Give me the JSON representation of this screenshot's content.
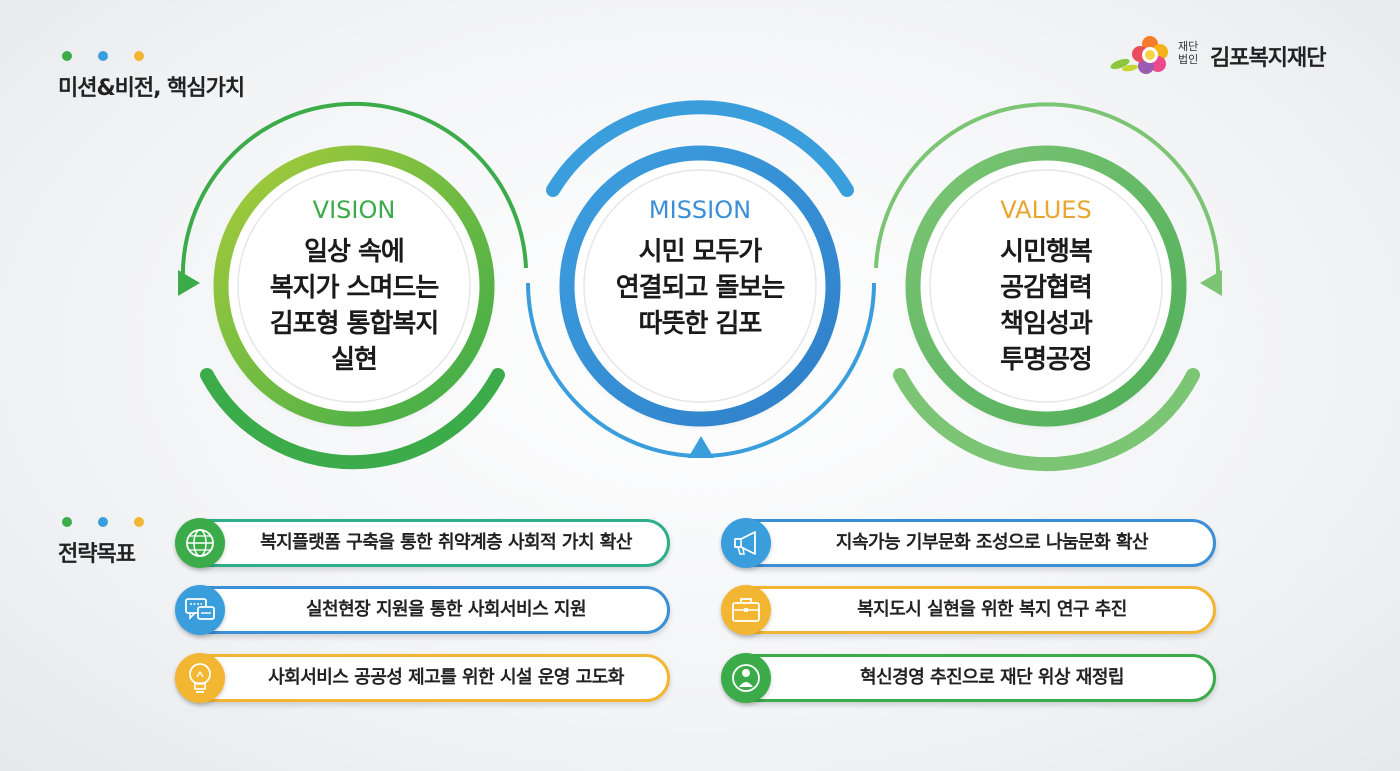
{
  "header": {
    "title": "미션&비전, 핵심가치",
    "dot_colors": [
      "#3cab4a",
      "#3a9edc",
      "#f2b632"
    ]
  },
  "logo": {
    "small_line1": "재단",
    "small_line2": "법인",
    "name": "김포복지재단"
  },
  "circles": [
    {
      "label": "VISION",
      "color": "#3cab4a",
      "lines": [
        "일상 속에",
        "복지가 스며드는",
        "김포형 통합복지",
        "실현"
      ]
    },
    {
      "label": "MISSION",
      "color": "#3a8fd6",
      "lines": [
        "시민 모두가",
        "연결되고 돌보는",
        "따뜻한 김포"
      ]
    },
    {
      "label": "VALUES",
      "color": "#e8a630",
      "lines": [
        "시민행복",
        "공감협력",
        "책임성과",
        "투명공정"
      ]
    }
  ],
  "strategy": {
    "title": "전략목표",
    "dot_colors": [
      "#3cab4a",
      "#3a9edc",
      "#f2b632"
    ],
    "items": [
      {
        "text": "복지플랫폼 구축을 통한 취약계층 사회적 가치 확산",
        "color": "#2fae8a",
        "icon": "globe-icon"
      },
      {
        "text": "실천현장 지원을 통한 사회서비스 지원",
        "color": "#3a8fd6",
        "icon": "chat-bubble-icon"
      },
      {
        "text": "사회서비스 공공성 제고를 위한 시설 운영 고도화",
        "color": "#f2b632",
        "icon": "lightbulb-icon"
      },
      {
        "text": "지속가능 기부문화 조성으로 나눔문화 확산",
        "color": "#3a8fd6",
        "icon": "megaphone-icon"
      },
      {
        "text": "복지도시 실현을 위한 복지 연구 추진",
        "color": "#f2b632",
        "icon": "briefcase-icon"
      },
      {
        "text": "혁신경영 추진으로 재단 위상 재정립",
        "color": "#3cab4a",
        "icon": "person-icon"
      }
    ]
  }
}
